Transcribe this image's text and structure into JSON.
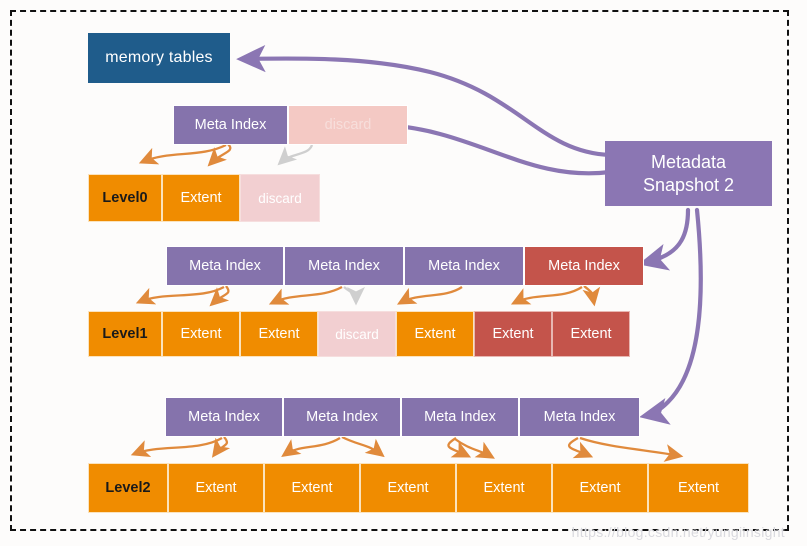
{
  "diagram": {
    "title": "LSM-tree metadata snapshot diagram",
    "watermark": "https://blog.csdn.net/yungiinsight",
    "colors": {
      "memory_tables_blue": "#1f5c8b",
      "meta_index_purple": "#8573ac",
      "snapshot_purple": "#8b76b3",
      "extent_orange": "#f08c00",
      "red": "#c4544b",
      "discard_pink": "#f2cfd1",
      "discard_meta_pink": "#f4c9c4",
      "orange_arrow": "#e08a3c",
      "purple_arrow": "#8b76b3",
      "grey_arrow": "#cfcfcf",
      "frame_border": "#111111"
    },
    "memory_tables": {
      "label": "memory tables"
    },
    "snapshot": {
      "line1": "Metadata",
      "line2": "Snapshot 2"
    },
    "levels": [
      {
        "name": "level0",
        "meta_row": [
          {
            "label": "Meta Index",
            "style": "purple"
          },
          {
            "label": "discard",
            "style": "discard-meta"
          }
        ],
        "data_row": [
          {
            "label": "Level0",
            "style": "orange-label"
          },
          {
            "label": "Extent",
            "style": "orange"
          },
          {
            "label": "discard",
            "style": "discard"
          }
        ]
      },
      {
        "name": "level1",
        "meta_row": [
          {
            "label": "Meta Index",
            "style": "purple"
          },
          {
            "label": "Meta Index",
            "style": "purple"
          },
          {
            "label": "Meta Index",
            "style": "purple"
          },
          {
            "label": "Meta Index",
            "style": "red"
          }
        ],
        "data_row": [
          {
            "label": "Level1",
            "style": "orange-label"
          },
          {
            "label": "Extent",
            "style": "orange"
          },
          {
            "label": "Extent",
            "style": "orange"
          },
          {
            "label": "discard",
            "style": "discard"
          },
          {
            "label": "Extent",
            "style": "orange"
          },
          {
            "label": "Extent",
            "style": "red"
          },
          {
            "label": "Extent",
            "style": "red"
          }
        ]
      },
      {
        "name": "level2",
        "meta_row": [
          {
            "label": "Meta Index",
            "style": "purple"
          },
          {
            "label": "Meta Index",
            "style": "purple"
          },
          {
            "label": "Meta Index",
            "style": "purple"
          },
          {
            "label": "Meta Index",
            "style": "purple"
          }
        ],
        "data_row": [
          {
            "label": "Level2",
            "style": "orange-label"
          },
          {
            "label": "Extent",
            "style": "orange"
          },
          {
            "label": "Extent",
            "style": "orange"
          },
          {
            "label": "Extent",
            "style": "orange"
          },
          {
            "label": "Extent",
            "style": "orange"
          },
          {
            "label": "Extent",
            "style": "orange"
          },
          {
            "label": "Extent",
            "style": "orange"
          }
        ]
      }
    ]
  }
}
